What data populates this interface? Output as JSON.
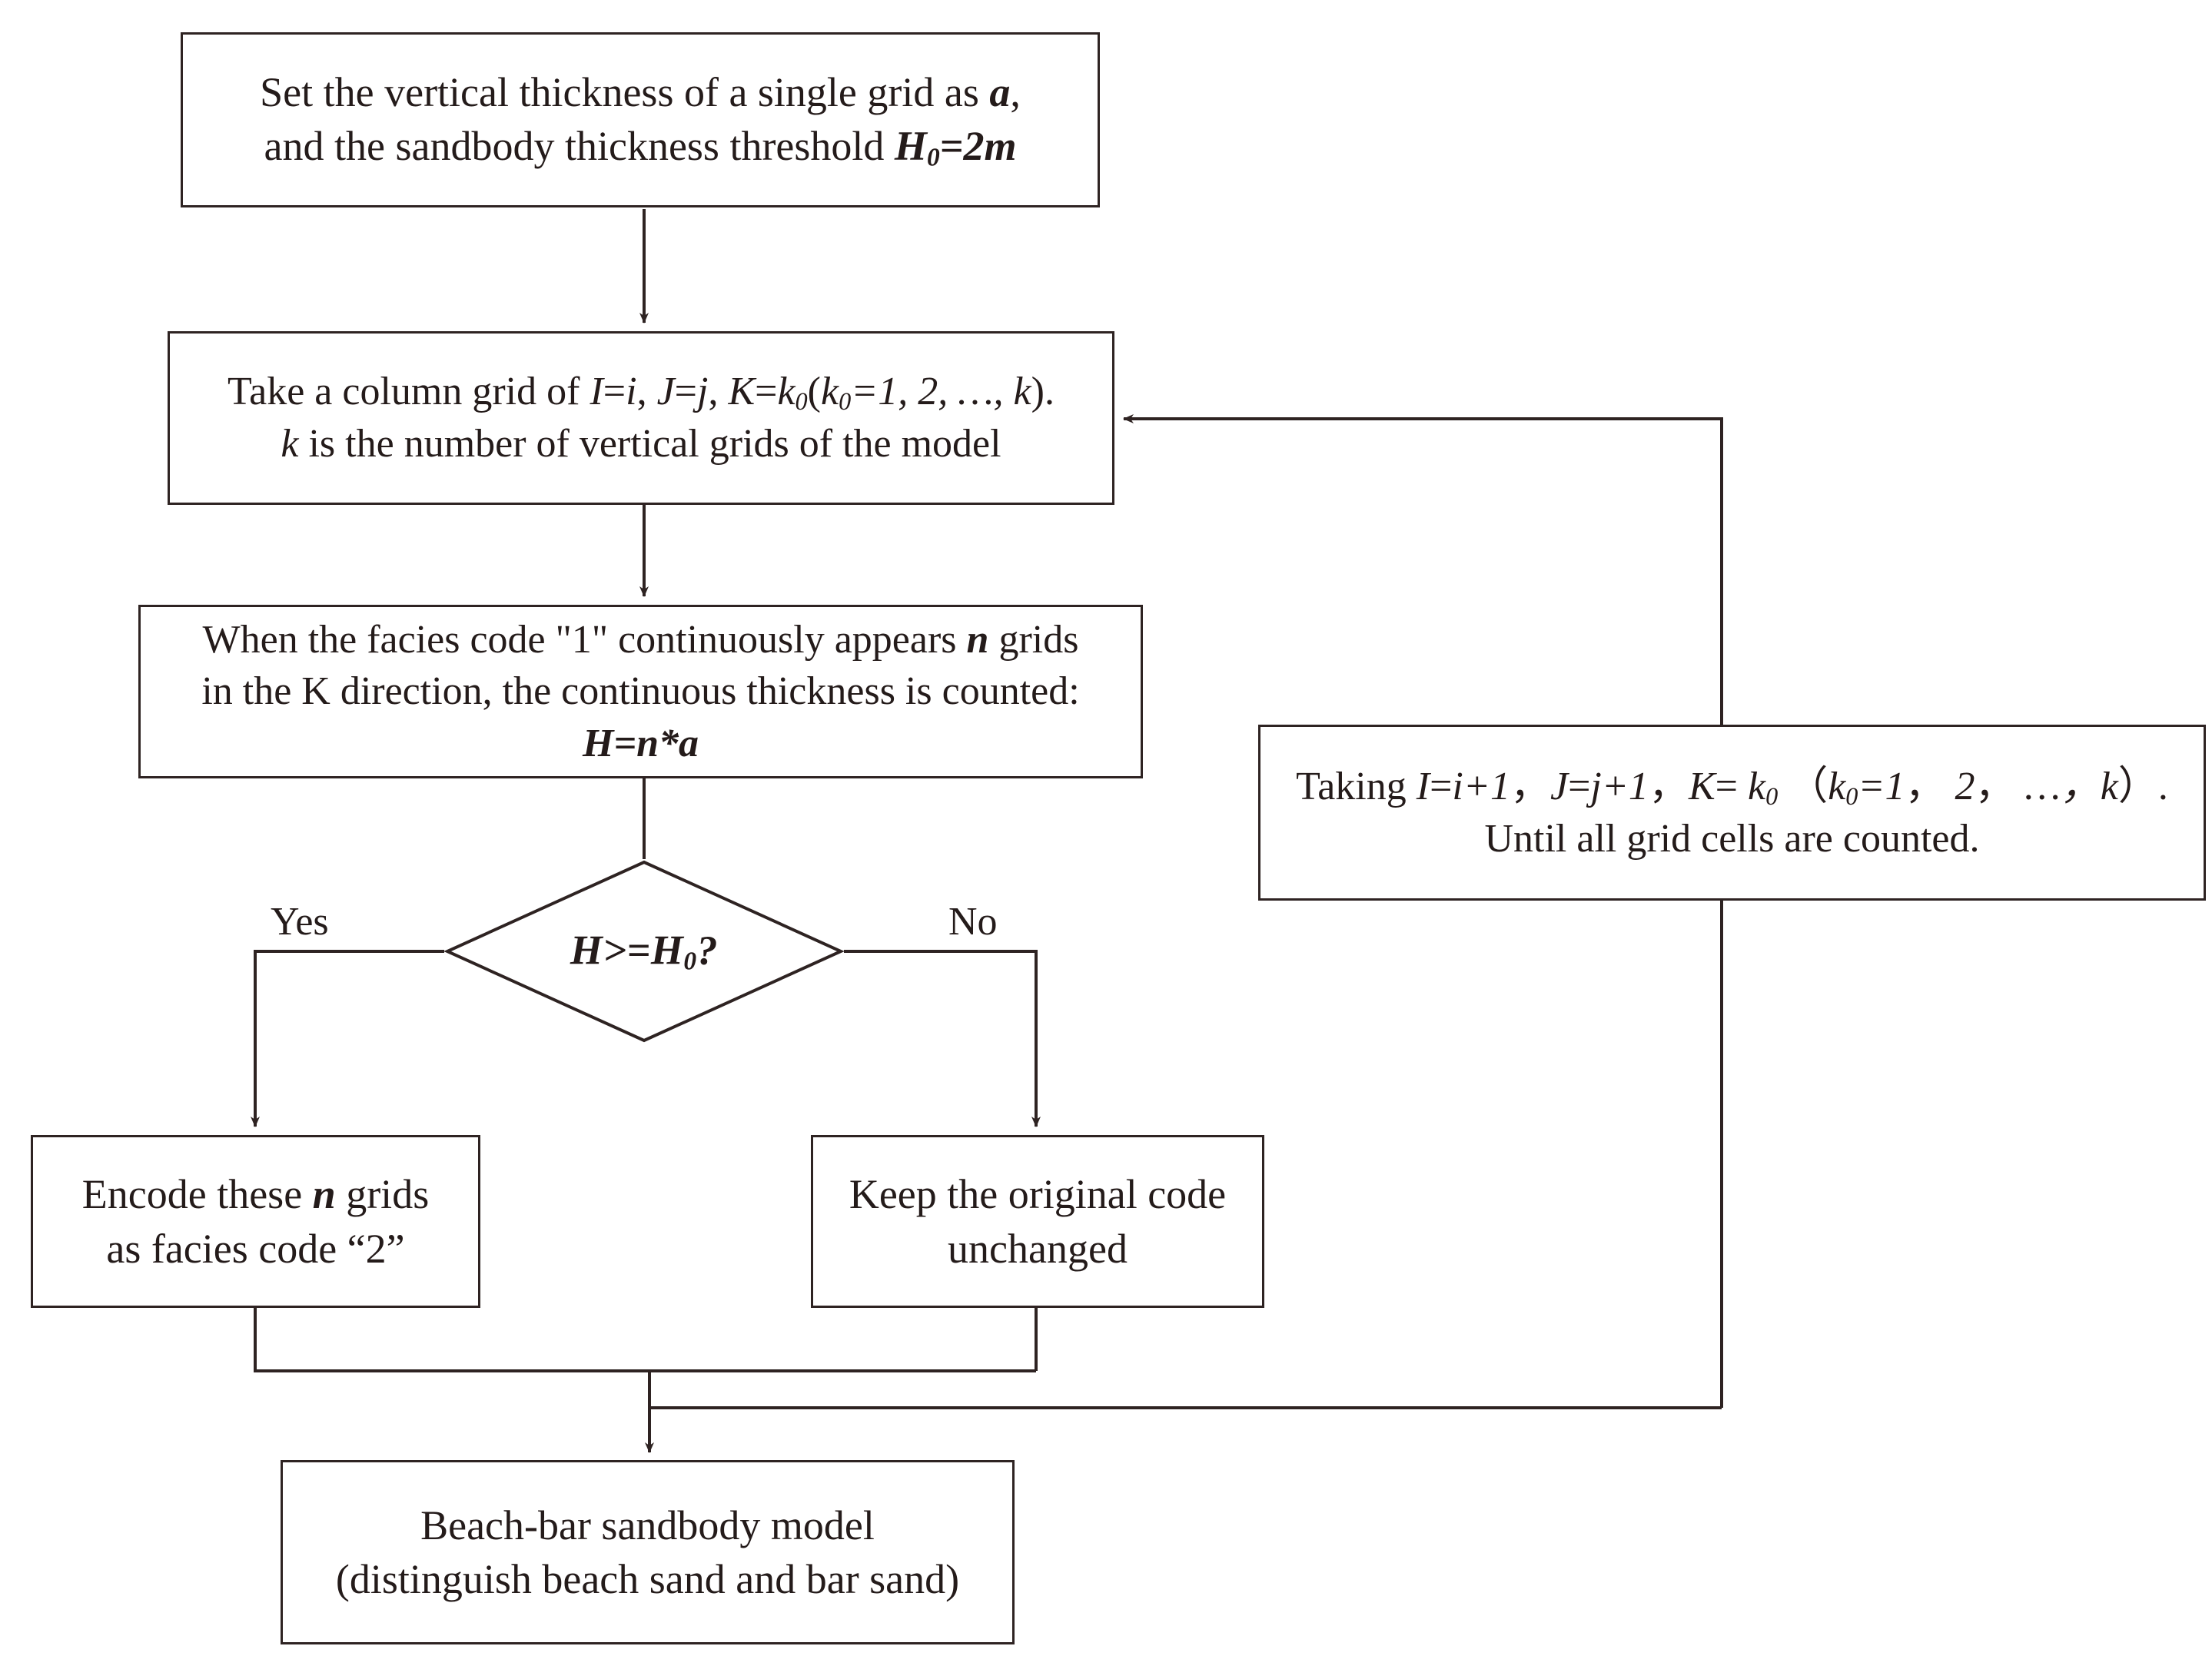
{
  "diagram": {
    "title": "Beach-bar sandbody identification flowchart",
    "line_color": "#2e2322",
    "background_color": "#ffffff",
    "type": "flowchart"
  },
  "nodes": {
    "start": {
      "shape": "rect",
      "line1_a": "Set the vertical thickness of a single grid as ",
      "line1_var": "a",
      "line1_tail": ",",
      "line2_a": "and the sandbody thickness threshold ",
      "line2_var": "H",
      "line2_sub": "0",
      "line2_tail": "=2m"
    },
    "take_column": {
      "shape": "rect",
      "l1_p1": "Take a column grid of ",
      "l1_i1": "I",
      "l1_p2": "=",
      "l1_i2": "i",
      "l1_p3": ", ",
      "l1_i3": "J",
      "l1_p4": "=",
      "l1_i4": "j",
      "l1_p5": ", ",
      "l1_i5": "K",
      "l1_p6": "=",
      "l1_i6": "k",
      "l1_sub6": "0",
      "l1_p7": "(",
      "l1_i7": "k",
      "l1_sub7": "0",
      "l1_p8": "=1, 2, …, ",
      "l1_i8": "k",
      "l1_p9": ").",
      "l2_i1": "k",
      "l2_rest": " is the number of vertical grids of the model"
    },
    "count_thickness": {
      "shape": "rect",
      "l1_p1": "When the facies code \"1\" continuously appears ",
      "l1_var": "n",
      "l1_p2": " grids",
      "l2": "in the K direction, the continuous thickness is counted:",
      "l3_H": "H",
      "l3_rest": "=n*a"
    },
    "decision": {
      "shape": "diamond",
      "label_H": "H",
      "label_op": ">=",
      "label_H0": "H",
      "label_sub": "0",
      "label_q": "?"
    },
    "increment": {
      "shape": "rect",
      "l1_p1": "Taking ",
      "l1_i1": "I",
      "l1_p2": "=",
      "l1_i2": "i+1",
      "l1_c1": "，",
      "l1_i3": "J",
      "l1_p3": "=",
      "l1_i4": "j+1",
      "l1_c2": "，",
      "l1_i5": "K",
      "l1_p4": "= ",
      "l1_i6": "k",
      "l1_sub6": "0",
      "l1_p5": " （",
      "l1_i7": "k",
      "l1_sub7": "0",
      "l1_p6": "=1",
      "l1_c3": "，",
      "l1_p7": " 2",
      "l1_c4": "，",
      "l1_p8": " …，",
      "l1_i8": "k",
      "l1_p9": "）.",
      "l2": "Until all grid cells are counted."
    },
    "encode": {
      "shape": "rect",
      "l1_p1": "Encode these ",
      "l1_var": "n",
      "l1_p2": " grids",
      "l2": "as facies code “2”"
    },
    "keep": {
      "shape": "rect",
      "l1": "Keep the original code",
      "l2": "unchanged"
    },
    "result": {
      "shape": "rect",
      "l1": "Beach-bar sandbody model",
      "l2": "(distinguish beach sand and bar sand)"
    }
  },
  "edge_labels": {
    "yes": "Yes",
    "no": "No"
  }
}
